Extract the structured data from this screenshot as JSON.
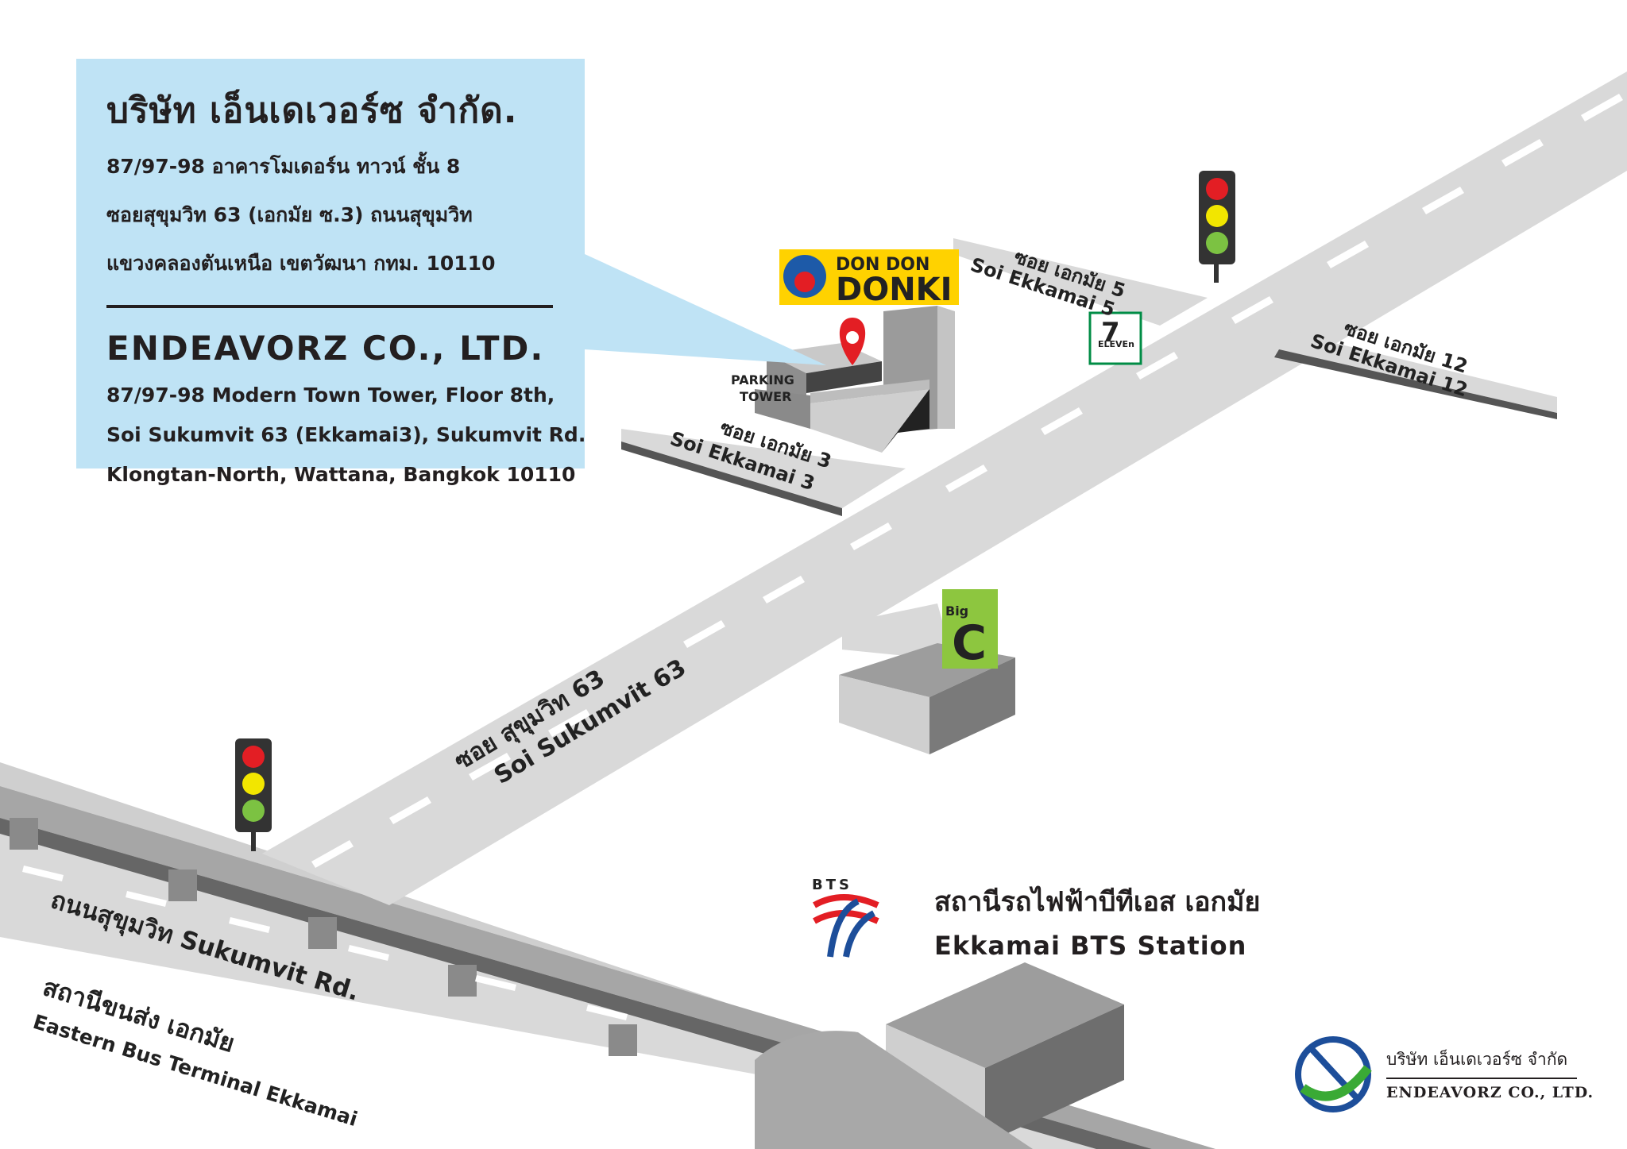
{
  "company": {
    "name_th": "บริษัท เอ็นเดเวอร์ซ จำกัด.",
    "address_th": [
      "87/97-98 อาคารโมเดอร์น ทาวน์ ชั้น 8",
      "ซอยสุขุมวิท 63 (เอกมัย ซ.3) ถนนสุขุมวิท",
      "แขวงคลองตันเหนือ เขตวัฒนา กทม. 10110"
    ],
    "name_en": "ENDEAVORZ CO., LTD.",
    "address_en": [
      "87/97-98 Modern Town Tower, Floor 8th,",
      "Soi Sukumvit 63 (Ekkamai3), Sukumvit Rd.",
      "Klongtan-North, Wattana, Bangkok 10110"
    ]
  },
  "map": {
    "landmarks": {
      "donki_line1": "DON DON",
      "donki_line2": "DONKI",
      "parking_line1": "PARKING",
      "parking_line2": "TOWER",
      "seven_eleven": "ELEVEn",
      "big_c_small": "Big",
      "big_c_large": "C",
      "bts_logo": "BTS"
    },
    "streets": {
      "soi3_th": "ซอย เอกมัย 3",
      "soi3_en": "Soi Ekkamai 3",
      "soi5_th": "ซอย เอกมัย 5",
      "soi5_en": "Soi Ekkamai 5",
      "soi12_th": "ซอย เอกมัย 12",
      "soi12_en": "Soi Ekkamai 12",
      "sukhumvit63_th": "ซอย สุขุมวิท 63",
      "sukhumvit63_en": "Soi Sukumvit 63",
      "sukhumvit_rd": "ถนนสุขุมวิท   Sukumvit Rd.",
      "bus_terminal_th": "สถานีขนส่ง เอกมัย",
      "bus_terminal_en": "Eastern Bus Terminal Ekkamai"
    },
    "bts_station_th": "สถานีรถไฟฟ้าบีทีเอส เอกมัย",
    "bts_station_en": "Ekkamai BTS Station",
    "colors": {
      "road": "#d9d9d9",
      "dash": "#ffffff",
      "info_box": "#bfe3f5",
      "pin": "#e31e24",
      "light_red": "#e31e24",
      "light_yellow": "#f2e600",
      "light_green": "#7cc242",
      "seven_green": "#008c45",
      "seven_orange": "#f58220",
      "bigc_green": "#8dc63f",
      "bigc_red": "#e31e24",
      "donki_yellow": "#ffd200",
      "bts_blue": "#1d4e9a",
      "bts_red": "#e31e24"
    }
  },
  "footer": {
    "name_th": "บริษัท เอ็นเดเวอร์ซ จำกัด",
    "name_en": "ENDEAVORZ CO., LTD."
  }
}
